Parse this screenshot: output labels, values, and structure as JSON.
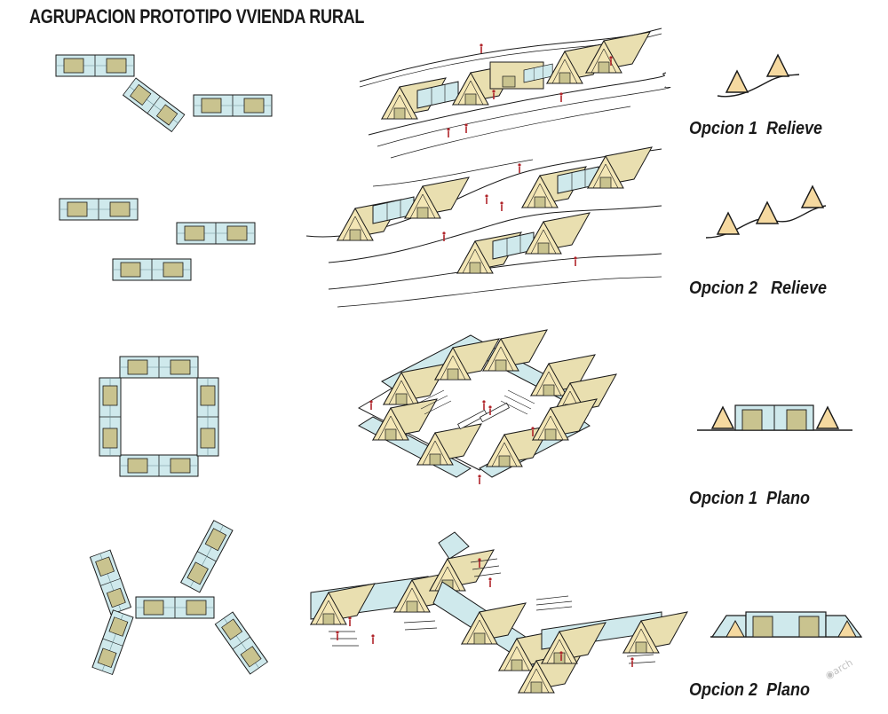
{
  "title": "AGRUPACION PROTOTIPO VVIENDA RURAL",
  "options": [
    {
      "label": "Opcion 1  Relieve"
    },
    {
      "label": "Opcion 2   Relieve"
    },
    {
      "label": "Opcion 1  Plano"
    },
    {
      "label": "Opcion 2  Plano"
    }
  ],
  "colors": {
    "glass": "#cfe9ec",
    "module": "#c9c38f",
    "roof": "#e9dfb0",
    "roof_front": "#f3e6b5",
    "line": "#1a1a1a",
    "person": "#b0242a"
  }
}
